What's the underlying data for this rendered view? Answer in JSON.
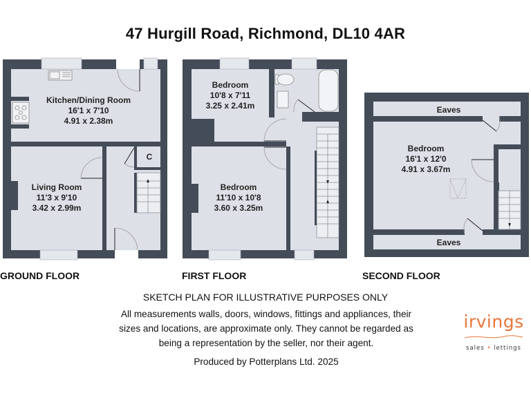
{
  "header": {
    "title": "47 Hurgill Road, Richmond, DL10 4AR"
  },
  "colors": {
    "wall": "#434c57",
    "floor": "#dde0e7",
    "accent": "#e8763a"
  },
  "floors": [
    {
      "label": "GROUND FLOOR",
      "rooms": [
        {
          "name": "Kitchen/Dining Room",
          "imperial": "16'1 x 7'10",
          "metric": "4.91 x 2.38m"
        },
        {
          "name": "Living Room",
          "imperial": "11'3 x 9'10",
          "metric": "3.42 x 2.99m"
        },
        {
          "name": "C"
        }
      ]
    },
    {
      "label": "FIRST FLOOR",
      "rooms": [
        {
          "name": "Bedroom",
          "imperial": "10'8 x 7'11",
          "metric": "3.25 x 2.41m"
        },
        {
          "name": "Bedroom",
          "imperial": "11'10 x 10'8",
          "metric": "3.60 x 3.25m"
        }
      ]
    },
    {
      "label": "SECOND FLOOR",
      "rooms": [
        {
          "name": "Eaves"
        },
        {
          "name": "Bedroom",
          "imperial": "16'1 x 12'0",
          "metric": "4.91 x 3.67m"
        },
        {
          "name": "Eaves"
        }
      ]
    }
  ],
  "footer": {
    "sketch_notice": "SKETCH PLAN FOR ILLUSTRATIVE PURPOSES ONLY",
    "disclaimer_lines": [
      "All measurements walls, doors, windows, fittings and appliances, their",
      "sizes and locations, are approximate only. They cannot be regarded as",
      "being a representation by the seller, nor their agent."
    ],
    "produced_by": "Produced by Potterplans Ltd. 2025"
  },
  "logo": {
    "word": "irvings",
    "sub_left": "sales",
    "sub_sep": "•",
    "sub_right": "lettings"
  }
}
